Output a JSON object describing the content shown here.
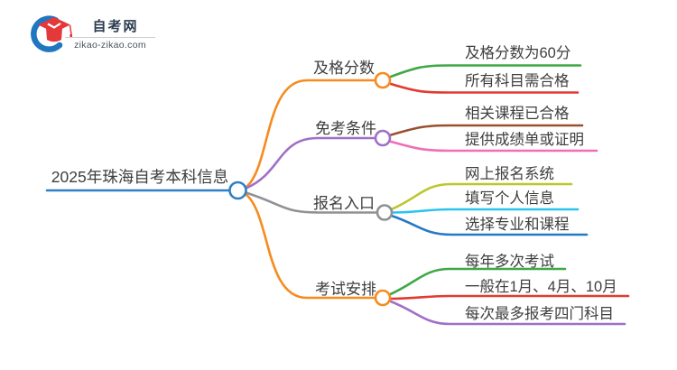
{
  "logo": {
    "title": "自考网",
    "url": "zikao-zikao.com",
    "blue": "#2176c0",
    "red": "#e5383b"
  },
  "root": {
    "label": "2025年珠海自考本科信息",
    "color": "#2e80c4"
  },
  "branches": [
    {
      "label": "及格分数",
      "color": "#f68b1f",
      "children": [
        {
          "label": "及格分数为60分",
          "color": "#3fa845"
        },
        {
          "label": "所有科目需合格",
          "color": "#e23a31"
        }
      ]
    },
    {
      "label": "免考条件",
      "color": "#a06fc8",
      "children": [
        {
          "label": "相关课程已合格",
          "color": "#99502e"
        },
        {
          "label": "提供成绩单或证明",
          "color": "#ef6eb7"
        }
      ]
    },
    {
      "label": "报名入口",
      "color": "#8f9193",
      "children": [
        {
          "label": "网上报名系统",
          "color": "#bdc62b"
        },
        {
          "label": "填写个人信息",
          "color": "#2ac3ef"
        },
        {
          "label": "选择专业和课程",
          "color": "#2679c8"
        }
      ]
    },
    {
      "label": "考试安排",
      "color": "#f68b1f",
      "children": [
        {
          "label": "每年多次考试",
          "color": "#3fa845"
        },
        {
          "label": "一般在1月、4月、10月",
          "color": "#e23a31"
        },
        {
          "label": "每次最多报考四门科目",
          "color": "#a06fc8"
        }
      ]
    }
  ]
}
